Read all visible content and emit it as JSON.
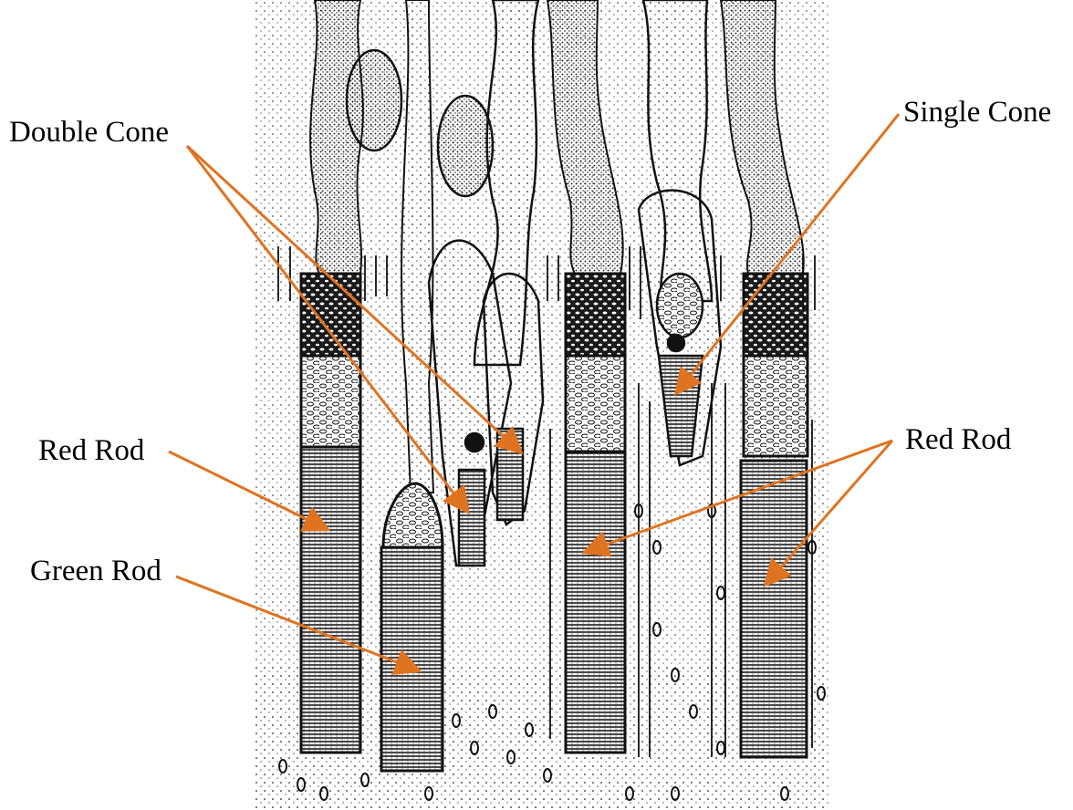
{
  "labels": {
    "double_cone": "Double Cone",
    "single_cone": "Single Cone",
    "red_rod_left": "Red Rod",
    "green_rod": "Green Rod",
    "red_rod_right": "Red Rod"
  },
  "colors": {
    "arrow": "#e07320",
    "ink": "#111111",
    "paper": "#ffffff"
  }
}
